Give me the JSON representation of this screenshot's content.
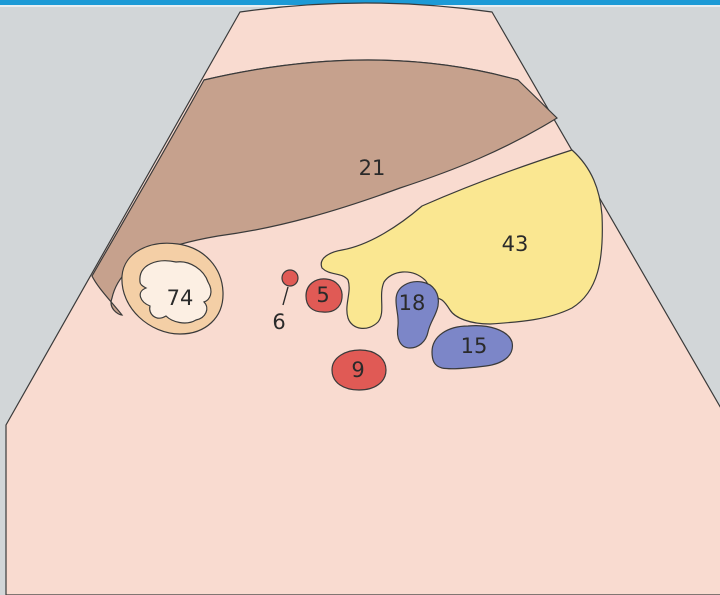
{
  "colors": {
    "frame_accent": "#1c9ad6",
    "background": "#d2d6d8",
    "sector_tissue": "#f9dbd0",
    "liver": "#c6a18d",
    "pancreas": "#fae791",
    "artery": "#e05a55",
    "vein": "#7c86c8",
    "kidney_cortex": "#f4cfa6",
    "kidney_sinus": "#fcefe3"
  },
  "labels": {
    "liver": "21",
    "pancreas": "43",
    "kidney": "74",
    "small_vessel": "6",
    "artery_upper": "5",
    "artery_lower": "9",
    "vein_upper": "18",
    "vein_lower": "15"
  }
}
